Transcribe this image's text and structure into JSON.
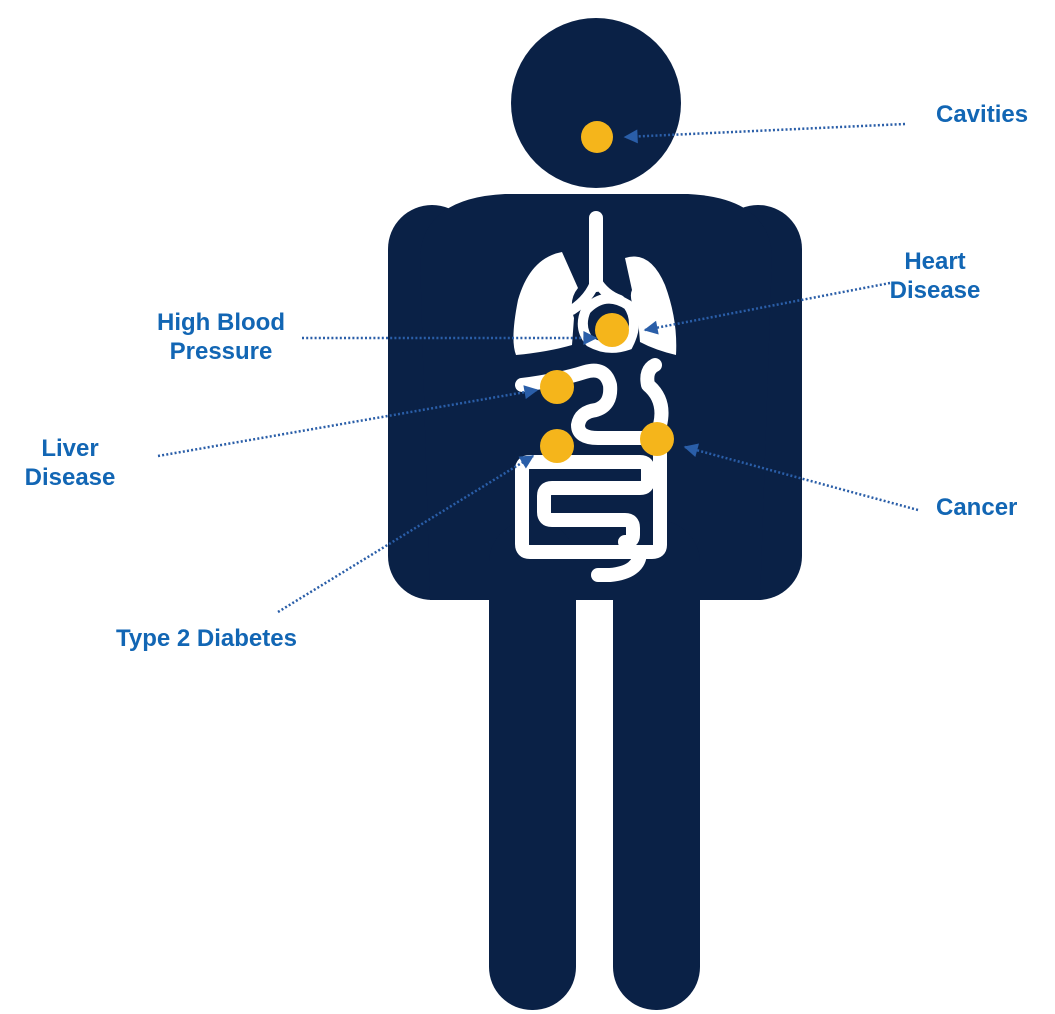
{
  "colors": {
    "figure": "#0a2146",
    "organs": "#ffffff",
    "marker": "#f5b51b",
    "label": "#1266b4",
    "leader": "#2a5ea8"
  },
  "icons": {
    "figure": "human-figure-icon",
    "organs": "internal-organs-icon",
    "marker": "condition-marker-icon"
  },
  "labels": {
    "cavities": "Cavities",
    "heart_disease": [
      "Heart",
      "Disease"
    ],
    "high_blood_pressure": [
      "High Blood",
      "Pressure"
    ],
    "liver_disease": [
      "Liver",
      "Disease"
    ],
    "cancer": "Cancer",
    "type2_diabetes": "Type 2 Diabetes"
  }
}
